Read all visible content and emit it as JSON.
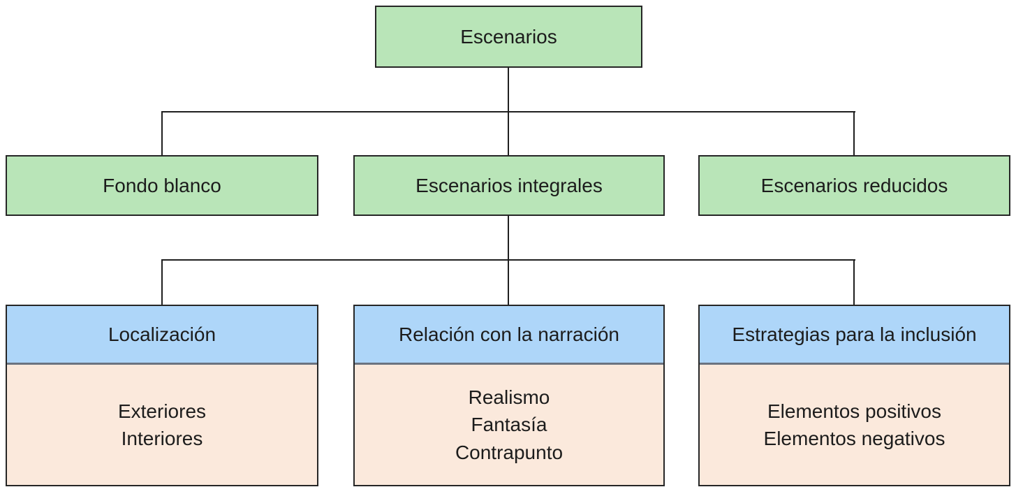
{
  "diagram": {
    "title_node": {
      "label": "Escenarios"
    },
    "level2": [
      {
        "label": "Fondo blanco"
      },
      {
        "label": "Escenarios integrales"
      },
      {
        "label": "Escenarios reducidos"
      }
    ],
    "level3": [
      {
        "header": "Localización",
        "items": [
          "Exteriores",
          "Interiores"
        ]
      },
      {
        "header": "Relación con la narración",
        "items": [
          "Realismo",
          "Fantasía",
          "Contrapunto"
        ]
      },
      {
        "header": "Estrategias para la inclusión",
        "items": [
          "Elementos positivos",
          "Elementos negativos"
        ]
      }
    ],
    "colors": {
      "node_green": "#b9e5b8",
      "header_blue": "#aed6f9",
      "body_peach": "#fbe9dc",
      "border": "#262626",
      "divider": "#6b7380",
      "connector": "#1f1f1f",
      "text": "#1c1c1c",
      "background": "#ffffff"
    }
  }
}
